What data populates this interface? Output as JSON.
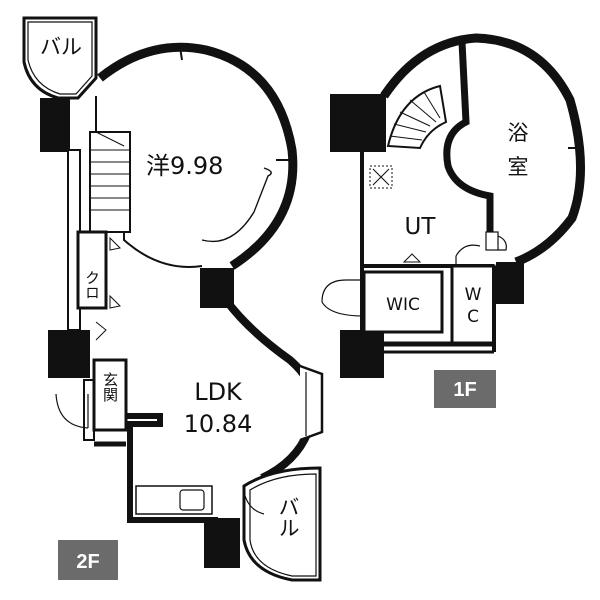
{
  "colors": {
    "wall": "#000000",
    "badge": "#6b6b6b",
    "line": "#222222",
    "background": "#ffffff"
  },
  "floor_2f": {
    "badge": "2F",
    "balcony_top": "バル",
    "western_room": "洋9.98",
    "closet": "クロ",
    "entrance": "玄関",
    "ldk_name": "LDK",
    "ldk_area": "10.84",
    "balcony_bottom": "バル"
  },
  "floor_1f": {
    "badge": "1F",
    "bath": [
      "浴",
      "室"
    ],
    "utility": "UT",
    "wic": "WIC",
    "wc": [
      "W",
      "C"
    ]
  }
}
